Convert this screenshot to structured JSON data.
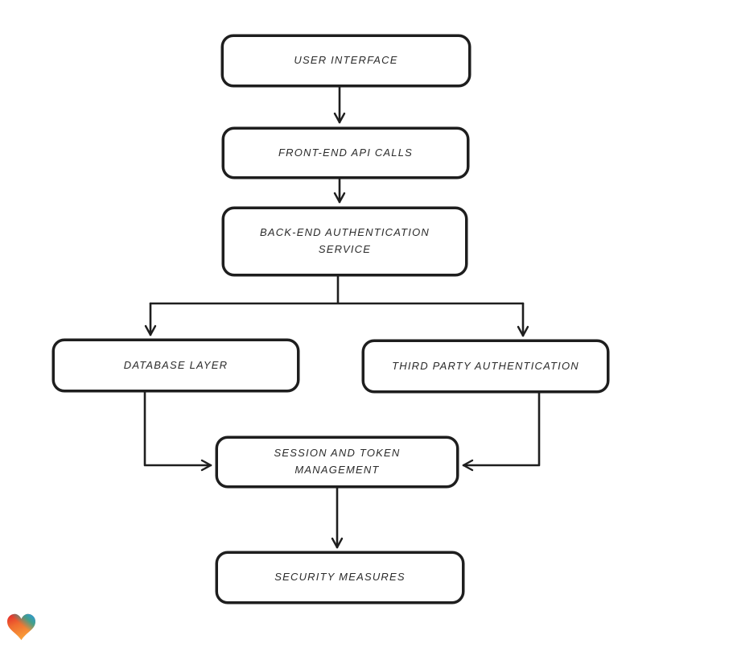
{
  "canvas": {
    "background": "#ffffff",
    "stroke_color": "#1e1e1e",
    "node_fill": "#ffffff",
    "text_color": "#2b2b2b"
  },
  "diagram": {
    "type": "flowchart",
    "nodes": [
      {
        "id": "user-interface",
        "label": "USER INTERFACE"
      },
      {
        "id": "front-end-api-calls",
        "label": "FRONT-END API CALLS"
      },
      {
        "id": "back-end-authentication-service",
        "label": "BACK-END AUTHENTICATION SERVICE"
      },
      {
        "id": "database-layer",
        "label": "DATABASE LAYER"
      },
      {
        "id": "third-party-authentication",
        "label": "THIRD PARTY AUTHENTICATION"
      },
      {
        "id": "session-and-token-management",
        "label": "SESSION AND TOKEN MANAGEMENT"
      },
      {
        "id": "security-measures",
        "label": "SECURITY MEASURES"
      }
    ],
    "edges": [
      {
        "from": "user-interface",
        "to": "front-end-api-calls"
      },
      {
        "from": "front-end-api-calls",
        "to": "back-end-authentication-service"
      },
      {
        "from": "back-end-authentication-service",
        "to": "database-layer"
      },
      {
        "from": "back-end-authentication-service",
        "to": "third-party-authentication"
      },
      {
        "from": "database-layer",
        "to": "session-and-token-management"
      },
      {
        "from": "third-party-authentication",
        "to": "session-and-token-management"
      },
      {
        "from": "session-and-token-management",
        "to": "security-measures"
      }
    ]
  },
  "logo": {
    "name": "heart-logo",
    "colors": {
      "red": "#e3242b",
      "orange": "#f9a13a",
      "blue": "#2d9bd8",
      "teal": "#27a798"
    }
  }
}
